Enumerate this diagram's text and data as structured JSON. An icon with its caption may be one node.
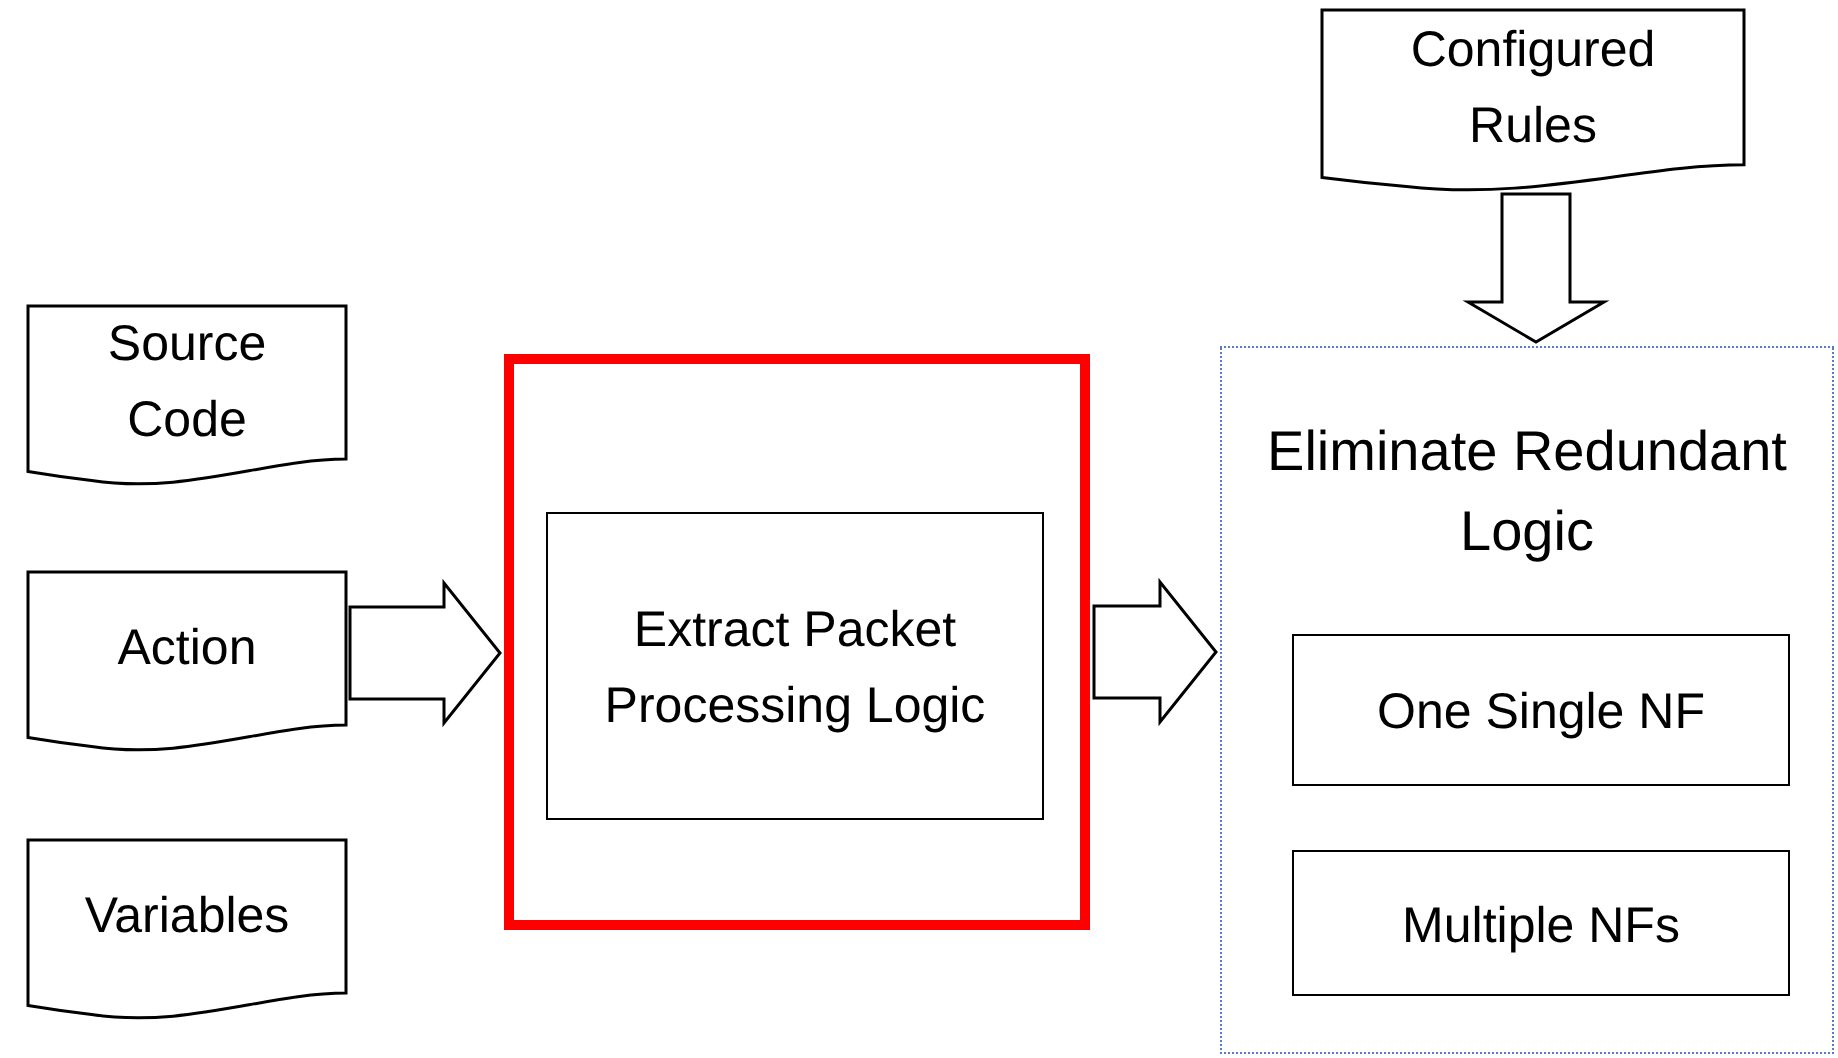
{
  "diagram": {
    "nodes": [
      {
        "text": [
          "Source Code"
        ]
      },
      {
        "text": [
          "Action"
        ]
      },
      {
        "text": [
          "Variables"
        ]
      },
      {
        "text": [],
        "shape": "box"
      },
      {
        "text": [
          "Extract Packet Processing Logic"
        ],
        "in": 3
      },
      {
        "text": [
          "Configured Rules"
        ]
      },
      {
        "text": [
          "Eliminate Redundant Logic"
        ]
      },
      {
        "text": [
          "One Single NF"
        ],
        "in": 6
      },
      {
        "text": [
          "Multiple NFs"
        ],
        "in": 6
      }
    ],
    "edges": [
      {
        "from": 1,
        "to": 3,
        "arrow": "to"
      },
      {
        "from": 3,
        "to": 6,
        "arrow": "to"
      },
      {
        "from": 5,
        "to": 6,
        "arrow": "to"
      }
    ]
  }
}
